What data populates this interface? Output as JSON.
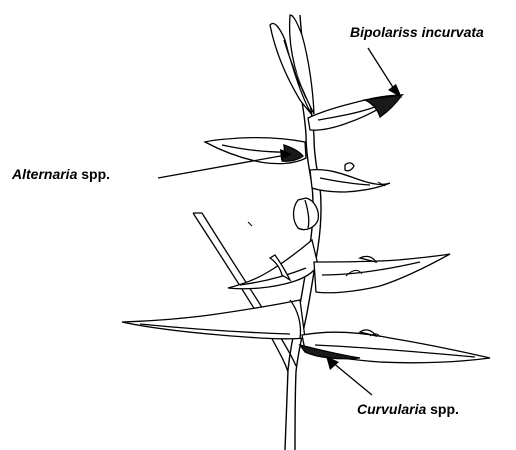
{
  "labels": {
    "bipolaris": {
      "text": "Bipolariss incurvata"
    },
    "alternaria": {
      "genus": "Alternaria",
      "suffix": " spp."
    },
    "curvularia": {
      "genus": "Curvularia",
      "suffix": " spp."
    }
  },
  "colors": {
    "ink": "#000000",
    "background": "#ffffff",
    "lesion": "#1a1a1a"
  }
}
